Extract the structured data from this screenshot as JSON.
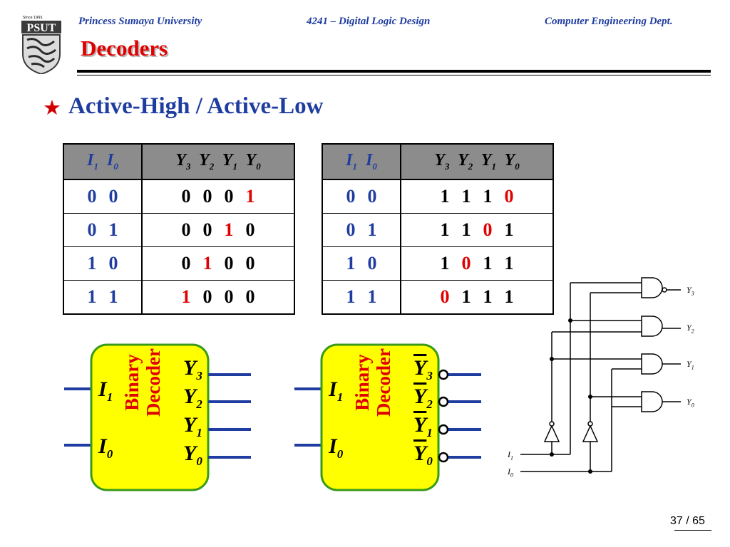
{
  "header": {
    "logo_text": "PSUT",
    "logo_since": "Since 1991",
    "university": "Princess Sumaya University",
    "course": "4241 – Digital Logic Design",
    "department": "Computer Engineering Dept.",
    "title": "Decoders"
  },
  "bullet": {
    "text": "Active-High / Active-Low"
  },
  "table_high": {
    "rows": [
      {
        "in": [
          "0",
          "0"
        ],
        "out": [
          "0",
          "0",
          "0",
          "1"
        ],
        "hot": 3
      },
      {
        "in": [
          "0",
          "1"
        ],
        "out": [
          "0",
          "0",
          "1",
          "0"
        ],
        "hot": 2
      },
      {
        "in": [
          "1",
          "0"
        ],
        "out": [
          "0",
          "1",
          "0",
          "0"
        ],
        "hot": 1
      },
      {
        "in": [
          "1",
          "1"
        ],
        "out": [
          "1",
          "0",
          "0",
          "0"
        ],
        "hot": 0
      }
    ]
  },
  "table_low": {
    "rows": [
      {
        "in": [
          "0",
          "0"
        ],
        "out": [
          "1",
          "1",
          "1",
          "0"
        ],
        "hot": 3
      },
      {
        "in": [
          "0",
          "1"
        ],
        "out": [
          "1",
          "1",
          "0",
          "1"
        ],
        "hot": 2
      },
      {
        "in": [
          "1",
          "0"
        ],
        "out": [
          "1",
          "0",
          "1",
          "1"
        ],
        "hot": 1
      },
      {
        "in": [
          "1",
          "1"
        ],
        "out": [
          "0",
          "1",
          "1",
          "1"
        ],
        "hot": 0
      }
    ]
  },
  "decoder_high": {
    "label_line1": "Binary",
    "label_line2": "Decoder"
  },
  "decoder_low": {
    "label_line1": "Binary",
    "label_line2": "Decoder"
  },
  "colors": {
    "blue": "#1f3da0",
    "red": "#e00000",
    "yellow": "#ffff00",
    "green": "#3a9a1a",
    "header_gray": "#8c8c8c"
  },
  "footer": {
    "page": "37 / 65"
  }
}
